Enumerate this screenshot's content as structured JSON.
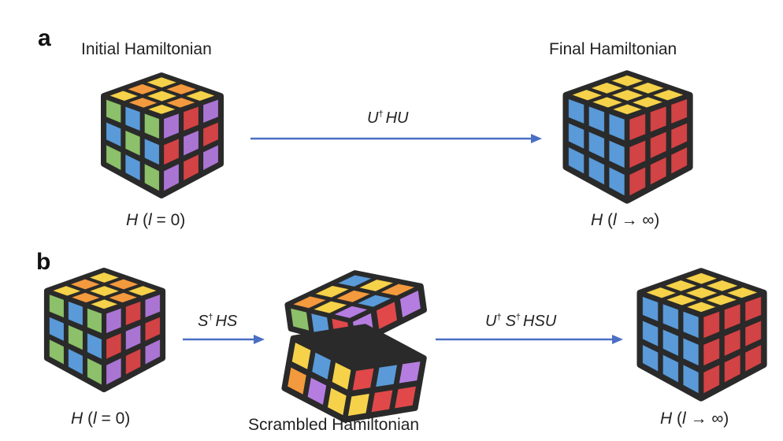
{
  "panel_a": {
    "letter": "a",
    "initial_title": "Initial Hamiltonian",
    "final_title": "Final Hamiltonian",
    "operator": {
      "sup_base": "U",
      "rest": "HU"
    },
    "initial_label": {
      "H": "H",
      "open": " (",
      "var": "l",
      "rest": " = 0)"
    },
    "final_label": {
      "H": "H",
      "open": " (",
      "var": "l",
      "rest": " → ∞)"
    }
  },
  "panel_b": {
    "letter": "b",
    "operator_1": {
      "sup_base": "S",
      "rest": "HS"
    },
    "operator_2": {
      "sup_base_1": "U",
      "sup_base_2": "S",
      "rest": "HSU"
    },
    "initial_label": {
      "H": "H",
      "open": " (",
      "var": "l",
      "rest": " = 0)"
    },
    "scrambled_title": "Scrambled Hamiltonian",
    "final_label": {
      "H": "H",
      "open": " (",
      "var": "l",
      "rest": " → ∞)"
    }
  },
  "dagger": "†",
  "colors": {
    "arrow": "#4a6fc4",
    "cube_body": "#2a2a2a",
    "yellow": "#f6d24a",
    "orange": "#f39a3e",
    "blue": "#5a9ad8",
    "green": "#8cc06a",
    "purple": "#b57de0",
    "red": "#e0484a"
  }
}
